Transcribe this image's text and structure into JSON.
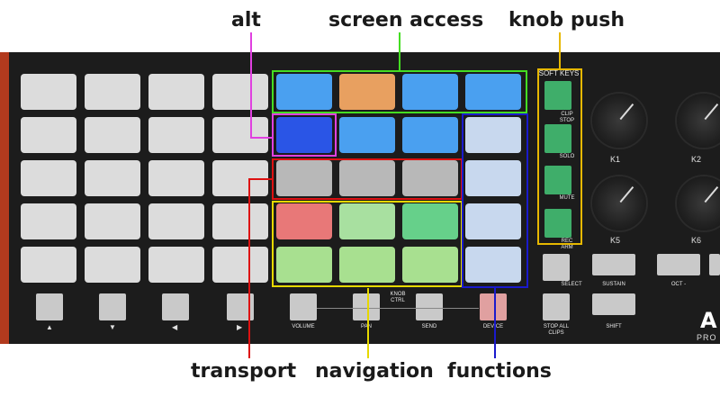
{
  "callouts": {
    "alt": "alt",
    "screen_access": "screen access",
    "knob_push": "knob push",
    "transport": "transport",
    "navigation": "navigation",
    "functions": "functions"
  },
  "buttons": {
    "volume": "VOLUME",
    "pan": "PAN",
    "send": "SEND",
    "device": "DEVICE",
    "knob_ctrl": "KNOB CTRL",
    "stop_all_clips": "STOP ALL CLIPS",
    "shift": "SHIFT",
    "select": "SELECT",
    "sustain": "SUSTAIN",
    "oct_minus": "OCT -"
  },
  "soft_keys": {
    "header": "SOFT KEYS",
    "labels": [
      "CLIP STOP",
      "SOLO",
      "MUTE",
      "REC ARM"
    ]
  },
  "knobs": {
    "k1": "K1",
    "k2": "K2",
    "k5": "K5",
    "k6": "K6"
  },
  "brand": {
    "logo": "A",
    "sub": "PRO"
  },
  "colors": {
    "alt": "#e040e0",
    "screen_access": "#44dd22",
    "knob_push": "#e6b800",
    "transport": "#dd1111",
    "navigation": "#e6d800",
    "functions": "#1a1acc"
  }
}
